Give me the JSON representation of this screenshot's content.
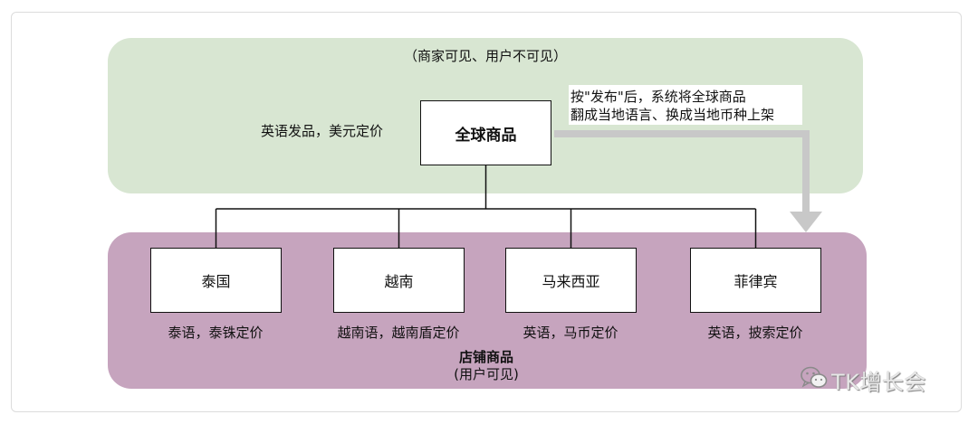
{
  "global_zone": {
    "visibility_note": "（商家可见、用户不可见）",
    "pricing_note": "英语发品，美元定价",
    "box_label": "全球商品"
  },
  "publish_note": {
    "line1": "按\"发布\"后，系统将全球商品",
    "line2": "翻成当地语言、换成当地币种上架"
  },
  "store_zone": {
    "title": "店铺商品",
    "visibility_note": "(用户可见)",
    "countries": [
      {
        "name": "泰国",
        "pricing": "泰语，泰铢定价"
      },
      {
        "name": "越南",
        "pricing": "越南语，越南盾定价"
      },
      {
        "name": "马来西亚",
        "pricing": "英语，马币定价"
      },
      {
        "name": "菲律宾",
        "pricing": "英语，披索定价"
      }
    ]
  },
  "watermark": {
    "icon": "wechat-icon",
    "text": "TK增长会"
  },
  "colors": {
    "global_zone_bg": "#d8e6d2",
    "store_zone_bg": "#c6a4be",
    "arrow": "#c8c8c8"
  }
}
